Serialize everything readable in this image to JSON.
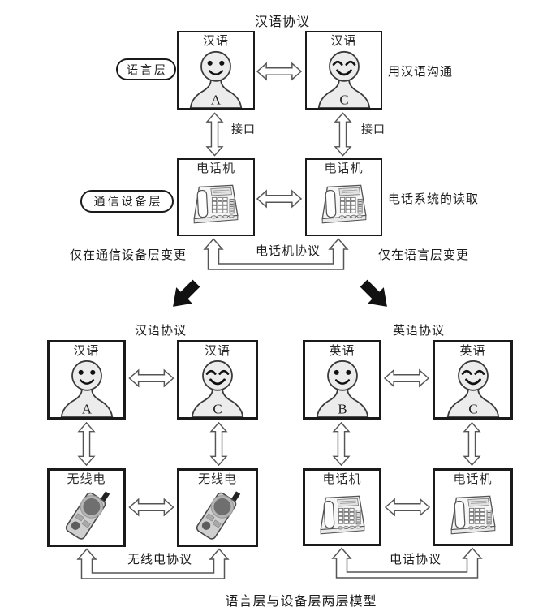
{
  "top_section": {
    "protocol_title": "汉语协议",
    "language_layer_label": "语言层",
    "communicate_note": "用汉语沟通",
    "interface_left": "接口",
    "interface_right": "接口",
    "device_layer_label": "通信设备层",
    "device_note": "电话系统的读取",
    "device_protocol": "电话机协议",
    "left_change_note": "仅在通信设备层变更",
    "right_change_note": "仅在语言层变更",
    "persons": [
      {
        "language": "汉语",
        "letter": "A"
      },
      {
        "language": "汉语",
        "letter": "C"
      }
    ],
    "devices": [
      {
        "label": "电话机"
      },
      {
        "label": "电话机"
      }
    ]
  },
  "bottom_left_section": {
    "protocol_title": "汉语协议",
    "persons": [
      {
        "language": "汉语",
        "letter": "A"
      },
      {
        "language": "汉语",
        "letter": "C"
      }
    ],
    "devices": [
      {
        "label": "无线电"
      },
      {
        "label": "无线电"
      }
    ],
    "device_protocol": "无线电协议"
  },
  "bottom_right_section": {
    "protocol_title": "英语协议",
    "persons": [
      {
        "language": "英语",
        "letter": "B"
      },
      {
        "language": "英语",
        "letter": "C"
      }
    ],
    "devices": [
      {
        "label": "电话机"
      },
      {
        "label": "电话机"
      }
    ],
    "device_protocol": "电话协议"
  },
  "caption": "语言层与设备层两层模型",
  "icons": {
    "person_open_eyes": "person-icon",
    "person_happy_eyes": "person-happy-icon",
    "telephone": "telephone-icon",
    "walkie_talkie": "walkie-talkie-icon",
    "double_arrow": "double-arrow-icon",
    "u_turn_arrow": "u-turn-arrow-icon",
    "fat_arrow": "fat-arrow-icon"
  },
  "colors": {
    "ink": "#1a1a1a",
    "arrow_outline": "#555555",
    "person_fill": "#ececec",
    "fat_arrow": "#111111",
    "background": "#ffffff"
  }
}
